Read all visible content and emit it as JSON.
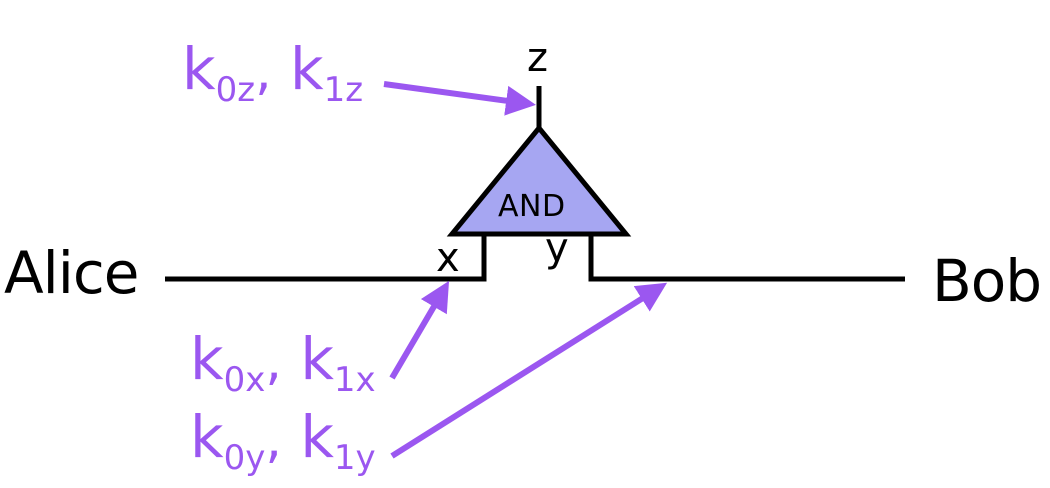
{
  "colors": {
    "key_text": "#9b57f0",
    "arrow": "#9b57f0",
    "gate_fill": "#a6a6f2",
    "line": "#000000"
  },
  "parties": {
    "left": "Alice",
    "right": "Bob"
  },
  "gate": {
    "label": "AND",
    "inputs": [
      "x",
      "y"
    ],
    "output": "z"
  },
  "keys": {
    "z": {
      "k0": "k",
      "k0_sub": "0z",
      "sep": ",",
      "k1": "k",
      "k1_sub": "1z"
    },
    "x": {
      "k0": "k",
      "k0_sub": "0x",
      "sep": ",",
      "k1": "k",
      "k1_sub": "1x"
    },
    "y": {
      "k0": "k",
      "k0_sub": "0y",
      "sep": ",",
      "k1": "k",
      "k1_sub": "1y"
    }
  }
}
